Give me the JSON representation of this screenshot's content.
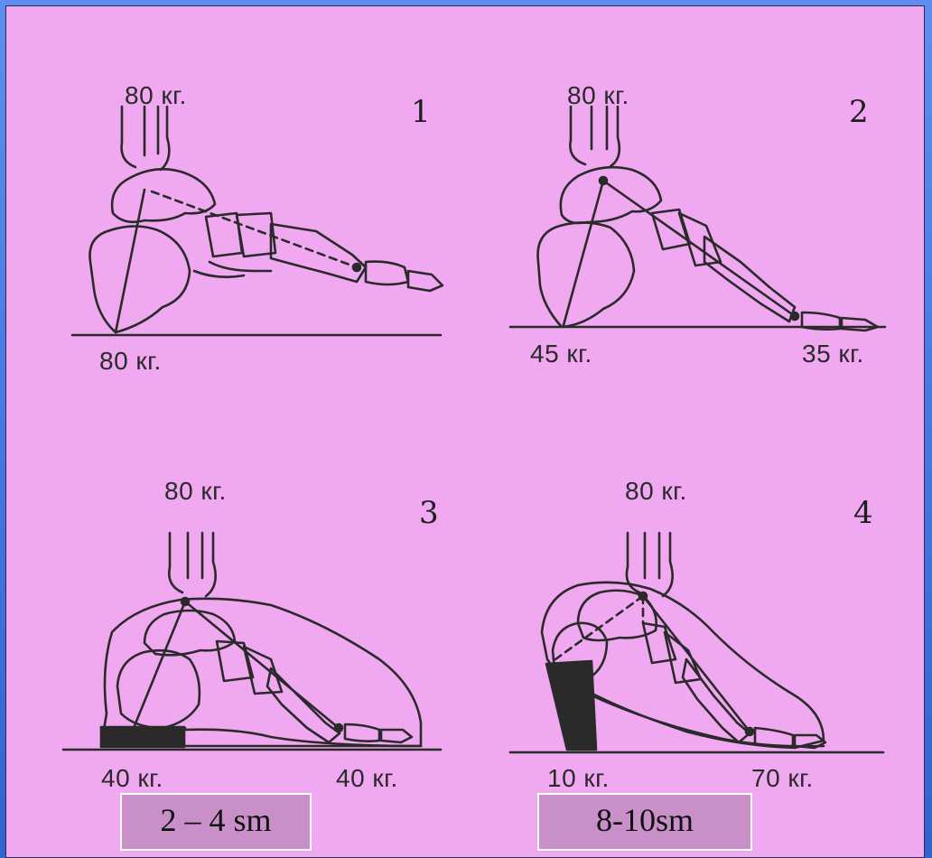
{
  "panels": [
    {
      "number": "1",
      "top_load": "80 кг.",
      "heel_load": "80 кг."
    },
    {
      "number": "2",
      "top_load": "80 кг.",
      "heel_load": "45 кг.",
      "toe_load": "35 кг."
    },
    {
      "number": "3",
      "top_load": "80 кг.",
      "heel_load": "40 кг.",
      "toe_load": "40 кг."
    },
    {
      "number": "4",
      "top_load": "80 кг.",
      "heel_load": "10 кг.",
      "toe_load": "70 кг."
    }
  ],
  "heel_height_labels": {
    "low": "2 – 4 sm",
    "high": "8-10sm"
  },
  "colors": {
    "background_panel": "#f0a8f0",
    "frame": "#3a6fd8",
    "label_box": "#c98fc9",
    "ink": "#2a2a2a",
    "heel_block": "#2a2a2a"
  }
}
